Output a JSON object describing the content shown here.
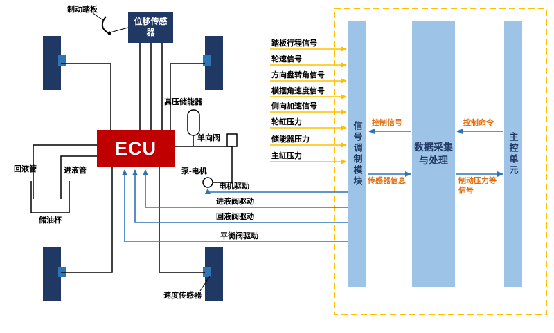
{
  "colors": {
    "navy": "#1f3864",
    "ecu_red": "#c00000",
    "bar_blue": "#9dc3e6",
    "line_blue": "#2e74b5",
    "arrow_yellow": "#ffc000",
    "label_orange": "#e36c09"
  },
  "schematic": {
    "brake_pedal": "制动踏板",
    "displacement_sensor": "位移传感器",
    "accumulator": "高压储能器",
    "ecu": "ECU",
    "check_valve": "单向阀",
    "pump_motor": "泵-电机",
    "return_pipe": "回液管",
    "inlet_pipe": "进液管",
    "oil_cup": "储油杯",
    "speed_sensor": "速度传感器"
  },
  "drive_signals": [
    "电机驱动",
    "进液阀驱动",
    "回液阀驱动",
    "平衡阀驱动"
  ],
  "input_signals": [
    "踏板行程信号",
    "轮速信号",
    "方向盘转角信号",
    "横摆角速度信号",
    "侧向加速信号",
    "轮缸压力",
    "储能器压力",
    "主缸压力"
  ],
  "controller": {
    "signal_module": "信号调制模块",
    "processing_module": "数据采集与处理",
    "main_control": "主控单元",
    "control_signal": "控制信号",
    "sensor_info": "传感器信息",
    "control_command": "控制命令",
    "brake_pressure_signal": "制动压力等信号"
  }
}
